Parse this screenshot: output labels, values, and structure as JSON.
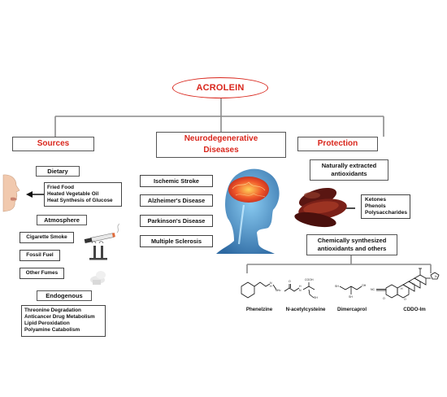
{
  "title": "ACROLEIN",
  "sections": {
    "sources": {
      "header": "Sources",
      "dietary": {
        "label": "Dietary",
        "items": [
          "Fried Food",
          "Heated Vegetable Oil",
          "Heat Synthesis of Glucose"
        ]
      },
      "atmosphere": {
        "label": "Atmosphere",
        "items": [
          "Cigarette Smoke",
          "Fossil Fuel",
          "Other Fumes"
        ]
      },
      "endogenous": {
        "label": "Endogenous",
        "items": [
          "Threonine Degradation",
          "Anticancer Drug Metabolism",
          "Lipid Peroxidation",
          "Polyamine Catabolism"
        ]
      }
    },
    "diseases": {
      "header": "Neurodegenerative\nDiseases",
      "items": [
        "Ischemic Stroke",
        "Alzheimer's Disease",
        "Parkinson's Disease",
        "Multiple Sclerosis"
      ]
    },
    "protection": {
      "header": "Protection",
      "natural": {
        "label": "Naturally extracted\nantioxidants",
        "items": [
          "Ketones",
          "Phenols",
          "Polysaccharides"
        ]
      },
      "synthetic": {
        "label": "Chemically synthesized\nantioxidants and others"
      },
      "compounds": [
        "Phenelzine",
        "N-acetylcysteine",
        "Dimercaprol",
        "CDDO-Im"
      ],
      "chem_text": {
        "nh_a": "N",
        "nh_b": "H",
        "nh2": "NH",
        "nh2_sub": "2",
        "nac_o": "O",
        "nac_h": "H",
        "nac_n": "N",
        "cooh": "COOH",
        "nac_sh": "SH",
        "dm_sh1": "SH",
        "dm_sh2": "SH",
        "dm_oh": "OH",
        "cddo_nc": "NC",
        "cddo_o1": "O",
        "cddo_o2": "O",
        "cddo_h1": "H",
        "cddo_h2": "H",
        "cddo_n": "N"
      }
    }
  },
  "colors": {
    "accent_red": "#d9261c",
    "line": "#8a8a8a",
    "box_border": "#444444"
  },
  "icons": [
    "face-icon",
    "cigarette-icon",
    "exhaust-icon",
    "fumes-icon",
    "mushroom-icon",
    "brain-head-icon"
  ]
}
